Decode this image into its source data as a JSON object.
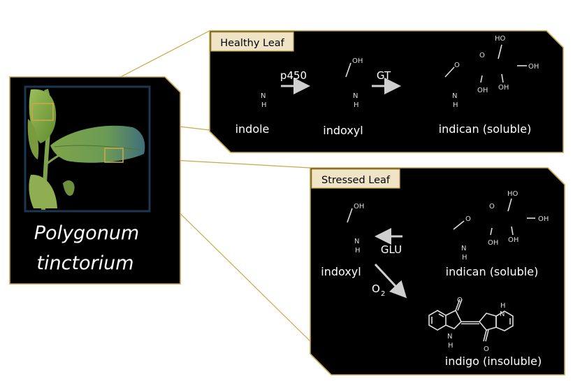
{
  "plant": {
    "genus": "Polygonum",
    "species": "tinctorium"
  },
  "healthy_panel": {
    "title": "Healthy Leaf",
    "enzyme_1": "p450",
    "enzyme_2": "GT",
    "compound_1": "indole",
    "compound_2": "indoxyl",
    "compound_3": "indican (soluble)"
  },
  "stressed_panel": {
    "title": "Stressed Leaf",
    "enzyme": "GLU",
    "oxidant": "O",
    "oxidant_subscript": "2",
    "compound_1": "indoxyl",
    "compound_2": "indican (soluble)",
    "compound_3": "indigo (insoluble)"
  },
  "atoms": {
    "oh": "OH",
    "ho": "HO",
    "nh_n": "N",
    "nh_h": "H",
    "o": "O",
    "o_ring": "O"
  },
  "colors": {
    "panel_background": "#000000",
    "panel_border": "#c9a84a",
    "label_background": "#efe5c6",
    "photo_frame": "#1e3550",
    "arrow": "#cfcfcf"
  }
}
